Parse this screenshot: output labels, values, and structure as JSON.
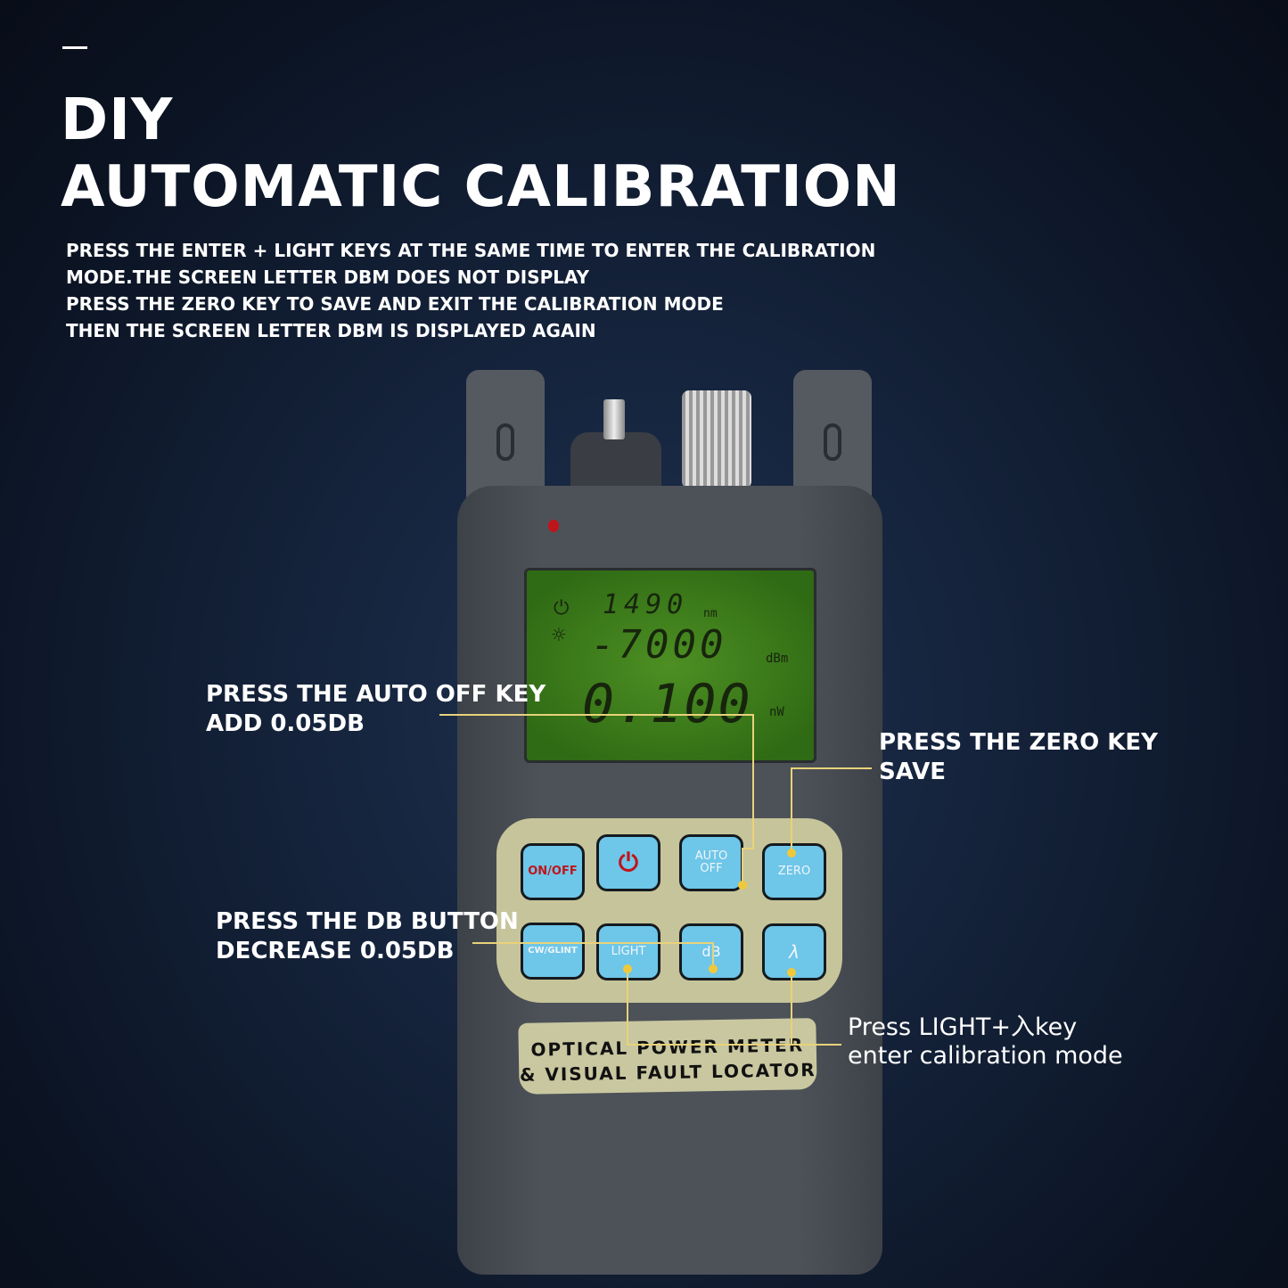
{
  "title_line1": "DIY",
  "title_line2": "AUTOMATIC CALIBRATION",
  "instructions": [
    "PRESS THE ENTER + LIGHT KEYS AT THE SAME TIME TO ENTER THE CALIBRATION",
    "MODE.THE SCREEN LETTER DBM DOES NOT DISPLAY",
    "PRESS THE ZERO KEY TO SAVE AND EXIT THE CALIBRATION MODE",
    "THEN THE SCREEN LETTER DBM IS DISPLAYED AGAIN"
  ],
  "callouts": {
    "auto_off": [
      "PRESS THE AUTO OFF KEY",
      "ADD 0.05DB"
    ],
    "zero": [
      "PRESS THE ZERO KEY",
      "SAVE"
    ],
    "db": [
      "PRESS THE DB BUTTON",
      "DECREASE 0.05DB"
    ],
    "light": [
      "Press LIGHT+入key",
      "enter calibration mode"
    ]
  },
  "screen": {
    "wavelength": "1490",
    "wavelength_unit": "nm",
    "dbm": "-7000",
    "dbm_unit": "dBm",
    "power": "0.100",
    "power_unit": "nW"
  },
  "keys": [
    "ON/OFF",
    "power-icon",
    "AUTO OFF",
    "ZERO",
    "CW/GLINT",
    "LIGHT",
    "dB",
    "λ"
  ],
  "plate": [
    "OPTICAL POWER METER",
    "& VISUAL FAULT LOCATOR"
  ],
  "colors": {
    "callout_line": "#e8d27a",
    "key": "#6ec6e8",
    "screen": "#3f7a1e"
  }
}
